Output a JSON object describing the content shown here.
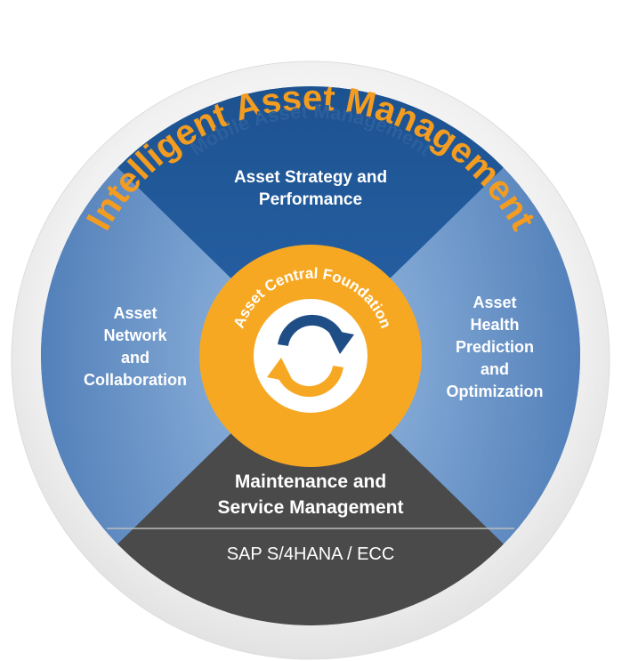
{
  "outer_ring": {
    "title": "Intelligent Asset Management",
    "color": "#F39C1F"
  },
  "mobile_ring": {
    "title": "Mobile Asset Management",
    "color": "#2C5F9E"
  },
  "quadrants": {
    "top": {
      "lines": [
        "Asset Strategy and",
        "Performance"
      ]
    },
    "left": {
      "lines": [
        "Asset",
        "Network",
        "and",
        "Collaboration"
      ]
    },
    "right": {
      "lines": [
        "Asset",
        "Health",
        "Prediction",
        "and",
        "Optimization"
      ]
    },
    "bottom": {
      "lines": [
        "Maintenance and",
        "Service Management"
      ],
      "footer": "SAP S/4HANA / ECC"
    }
  },
  "center": {
    "ring_title": "Asset Central Foundation",
    "icon": "sync-icon"
  },
  "colors": {
    "blue_dark": "#1F5A9A",
    "blue_side": "#5F8EC4",
    "gray": "#4A4A4A",
    "orange": "#F7A823",
    "ring_gray": "#ECECEC"
  }
}
